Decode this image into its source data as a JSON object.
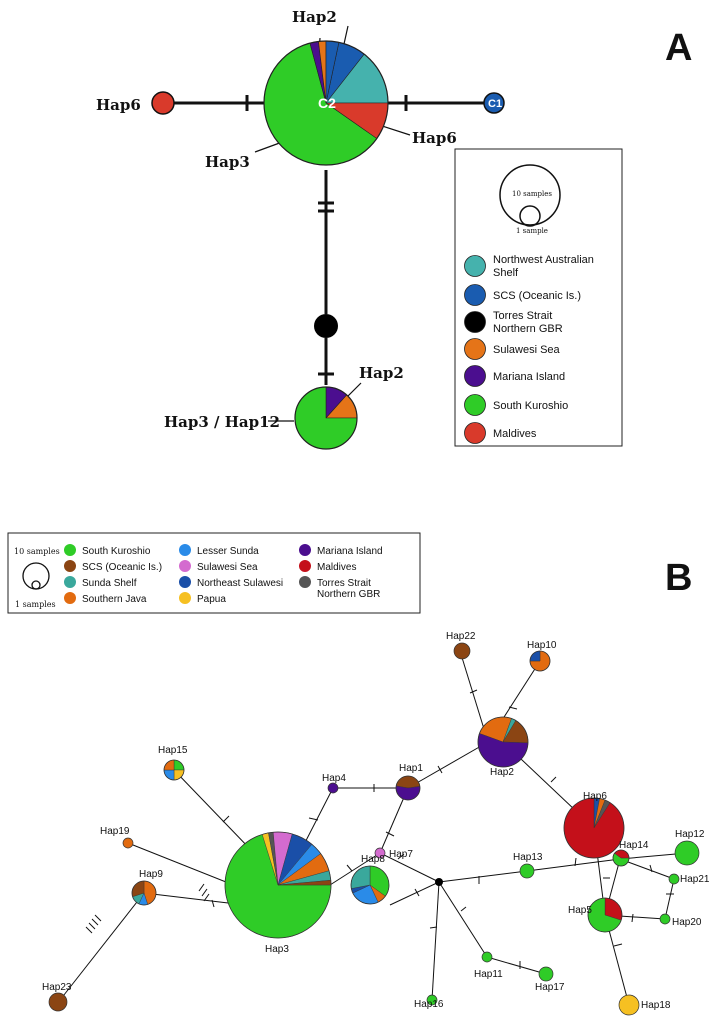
{
  "panelA": {
    "panel_label": "A",
    "legend": {
      "size_large": "10 samples",
      "size_small": "1 sample",
      "entries": [
        {
          "label_lines": [
            "Northwest Australian",
            "Shelf"
          ],
          "color": "#45b2ad"
        },
        {
          "label_lines": [
            "SCS (Oceanic Is.)"
          ],
          "color": "#1a5cb0"
        },
        {
          "label_lines": [
            "Torres Strait",
            "Northern GBR"
          ],
          "color": "#000000"
        },
        {
          "label_lines": [
            "Sulawesi Sea"
          ],
          "color": "#e57418"
        },
        {
          "label_lines": [
            "Mariana Island"
          ],
          "color": "#4b0e8f"
        },
        {
          "label_lines": [
            "South Kuroshio"
          ],
          "color": "#2fcc27"
        },
        {
          "label_lines": [
            "Maldives"
          ],
          "color": "#d93a2b"
        }
      ]
    },
    "labels": {
      "hap2_top": "Hap2",
      "hap6_left": "Hap6",
      "hap6_right": "Hap6",
      "hap3": "Hap3",
      "c1": "C1",
      "c2": "C2",
      "hap2_bottom": "Hap2",
      "hap3_hap12": "Hap3 / Hap12"
    }
  },
  "panelB": {
    "panel_label": "B",
    "legend": {
      "size_large": "10 samples",
      "size_small": "1 samples",
      "entries": [
        {
          "label_lines": [
            "South Kuroshio"
          ],
          "color": "#2fcc27"
        },
        {
          "label_lines": [
            "SCS (Oceanic Is.)"
          ],
          "color": "#8b4513"
        },
        {
          "label_lines": [
            "Sunda Shelf"
          ],
          "color": "#3aa89c"
        },
        {
          "label_lines": [
            "Southern Java"
          ],
          "color": "#e26b10"
        },
        {
          "label_lines": [
            "Lesser Sunda"
          ],
          "color": "#2a8be8"
        },
        {
          "label_lines": [
            "Sulawesi Sea"
          ],
          "color": "#d46bcf"
        },
        {
          "label_lines": [
            "Northeast Sulawesi"
          ],
          "color": "#1a4fa8"
        },
        {
          "label_lines": [
            "Papua"
          ],
          "color": "#f6c022"
        },
        {
          "label_lines": [
            "Mariana Island"
          ],
          "color": "#4b0e8f"
        },
        {
          "label_lines": [
            "Maldives"
          ],
          "color": "#c4101a"
        },
        {
          "label_lines": [
            "Torres Strait",
            "Northern GBR"
          ],
          "color": "#555555"
        }
      ]
    },
    "haplotypes": [
      "Hap1",
      "Hap2",
      "Hap3",
      "Hap4",
      "Hap5",
      "Hap6",
      "Hap7",
      "Hap8",
      "Hap9",
      "Hap10",
      "Hap11",
      "Hap12",
      "Hap13",
      "Hap14",
      "Hap15",
      "Hap16",
      "Hap17",
      "Hap18",
      "Hap19",
      "Hap20",
      "Hap21",
      "Hap22",
      "Hap23"
    ]
  }
}
